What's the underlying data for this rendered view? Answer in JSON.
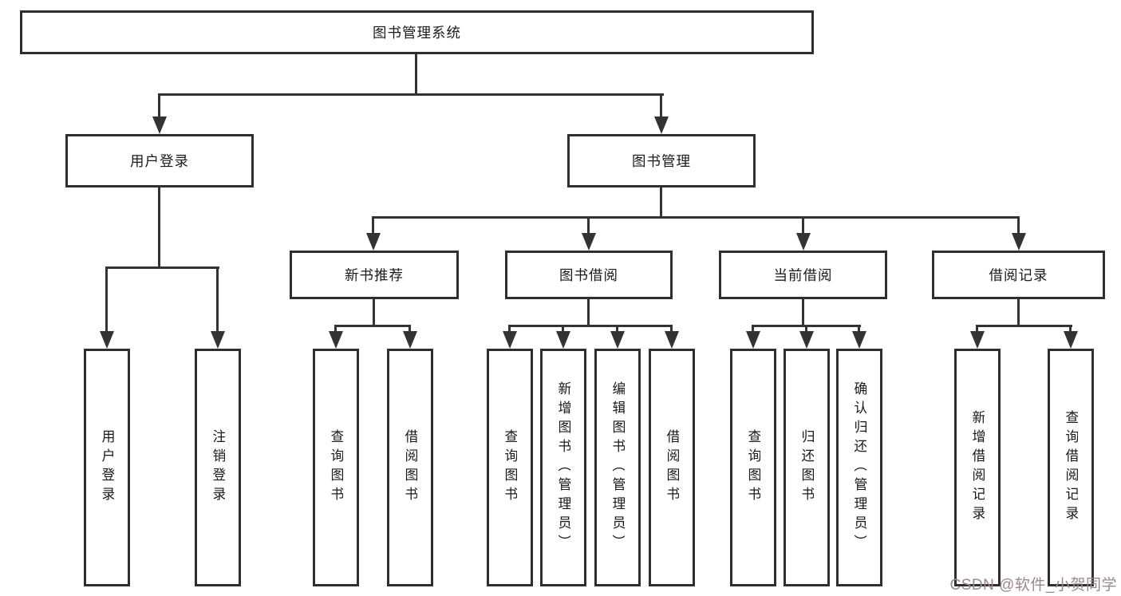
{
  "diagram": {
    "root": {
      "label": "图书管理系统"
    },
    "login": {
      "label": "用户登录",
      "children": [
        "用户登录",
        "注销登录"
      ]
    },
    "mgmt": {
      "label": "图书管理"
    },
    "new_books": {
      "label": "新书推荐",
      "children": [
        "查询图书",
        "借阅图书"
      ]
    },
    "borrowing": {
      "label": "图书借阅",
      "children": [
        "查询图书",
        "新增图书（管理员）",
        "编辑图书（管理员）",
        "借阅图书"
      ]
    },
    "current": {
      "label": "当前借阅",
      "children": [
        "查询图书",
        "归还图书",
        "确认归还（管理员）"
      ]
    },
    "records": {
      "label": "借阅记录",
      "children": [
        "新增借阅记录",
        "查询借阅记录"
      ]
    }
  },
  "watermark": {
    "text": "CSDN @软件_小贺同学",
    "color": "#9b8888"
  },
  "colors": {
    "line": "#333333",
    "box_border": "#2f2f2f",
    "text": "#1a1a1a",
    "background": "#ffffff"
  }
}
